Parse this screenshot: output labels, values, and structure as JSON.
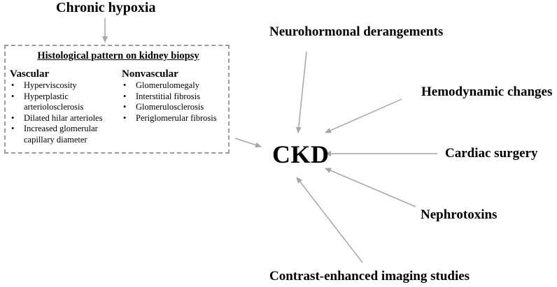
{
  "top_cause": "Chronic hypoxia",
  "center": "CKD",
  "biopsy": {
    "title": "Histological pattern on kidney biopsy",
    "vascular": {
      "heading": "Vascular",
      "items": [
        "Hyperviscosity",
        "Hyperplastic arteriolosclerosis",
        "Dilated hilar arterioles",
        "Increased glomerular capillary diameter"
      ]
    },
    "nonvascular": {
      "heading": "Nonvascular",
      "items": [
        "Glomerulomegaly",
        "Interstitial fibrosis",
        "Glomerulosclerosis",
        "Periglomerular fibrosis"
      ]
    }
  },
  "causes": {
    "neurohormonal": "Neurohormonal derangements",
    "hemodynamic": "Hemodynamic changes",
    "cardiac": "Cardiac surgery",
    "nephrotoxins": "Nephrotoxins",
    "contrast": "Contrast-enhanced imaging studies"
  },
  "colors": {
    "arrow": "#a6a6a6",
    "box_border": "#9a9a9a",
    "text": "#000000"
  }
}
